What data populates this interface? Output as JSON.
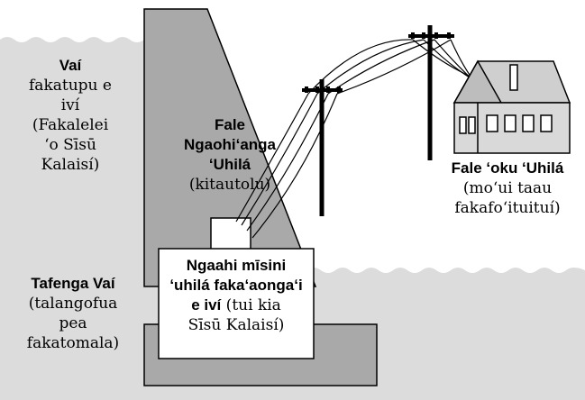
{
  "colors": {
    "water": "#dcdcdc",
    "dam": "#a9a9a9",
    "outline": "#000000",
    "house_fill": "#cfcfcf",
    "background": "#ffffff"
  },
  "labels": {
    "water": {
      "title": "Vaí",
      "lines": [
        "fakatupu e",
        "iví",
        "(Fakalelei",
        "ʻo Sīsū",
        "Kalaisí)"
      ]
    },
    "power_plant": {
      "title_lines": [
        "Fale",
        "Ngaohiʻanga",
        "ʻUhilá"
      ],
      "sub": "(kitautolu)"
    },
    "house": {
      "title": "Fale ʻoku ʻUhilá",
      "lines": [
        "moʻui taau",
        "fakafoʻituituí)"
      ],
      "paren_open": "("
    },
    "dam": {
      "title": "Tafenga Vaí",
      "lines": [
        "(talangofua",
        "pea",
        "fakatomala)"
      ]
    },
    "generator": {
      "bold_lines": [
        "Ngaahi mīsini",
        "ʻuhilá fakaʻaongaʻi"
      ],
      "bold_tail": "e iví",
      "tail": " (tui kia",
      "last": "Sīsū Kalaisí)"
    }
  },
  "icons": [
    "power-pole-icon",
    "house-icon",
    "water-wave-icon"
  ]
}
